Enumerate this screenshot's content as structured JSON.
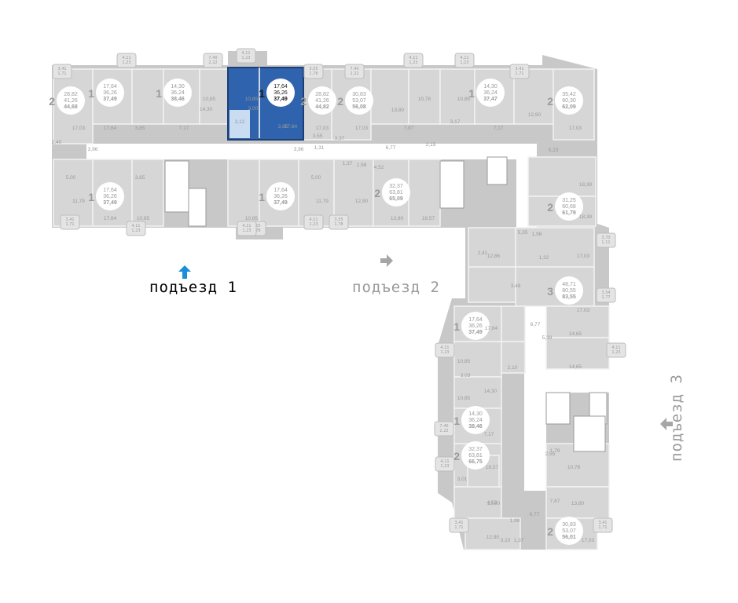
{
  "colors": {
    "wall": "#c8c8c8",
    "room": "#d6d6d6",
    "room_stroke": "#f2f2f2",
    "text": "#9a9a9a",
    "badge": "#ffffff",
    "highlight": "#2f63ad",
    "highlight_stroke": "#1d3f74",
    "arrow_active": "#1a8fd8",
    "arrow_inactive": "#a6a6a6",
    "label_active": "#000000",
    "label_inactive": "#9a9a9a"
  },
  "entrances": [
    {
      "label": "подъезд 1",
      "active": true
    },
    {
      "label": "подъезд 2",
      "active": false
    },
    {
      "label": "подъезд 3",
      "active": false
    }
  ],
  "apartments": [
    {
      "rooms": "2",
      "living": "28,82",
      "total": "41,26",
      "area": "44,68"
    },
    {
      "rooms": "1",
      "living": "17,64",
      "total": "36,26",
      "area": "37,49"
    },
    {
      "rooms": "1",
      "living": "14,30",
      "total": "36,24",
      "area": "38,46"
    },
    {
      "rooms": "1",
      "living": "17,64",
      "total": "36,26",
      "area": "37,49",
      "selected": true
    },
    {
      "rooms": "2",
      "living": "28,82",
      "total": "41,26",
      "area": "44,82"
    },
    {
      "rooms": "2",
      "living": "30,83",
      "total": "53,07",
      "area": "56,08"
    },
    {
      "rooms": "1",
      "living": "14,30",
      "total": "36,24",
      "area": "37,47"
    },
    {
      "rooms": "2",
      "living": "35,42",
      "total": "60,30",
      "area": "62,09"
    },
    {
      "rooms": "1",
      "living": "17,64",
      "total": "36,26",
      "area": "37,49"
    },
    {
      "rooms": "1",
      "living": "17,64",
      "total": "36,26",
      "area": "37,49"
    },
    {
      "rooms": "2",
      "living": "32,37",
      "total": "63,81",
      "area": "65,09"
    },
    {
      "rooms": "2",
      "living": "31,25",
      "total": "60,68",
      "area": "61,79"
    },
    {
      "rooms": "3",
      "living": "48,71",
      "total": "80,55",
      "area": "83,55"
    },
    {
      "rooms": "1",
      "living": "17,64",
      "total": "36,26",
      "area": "37,49"
    },
    {
      "rooms": "1",
      "living": "14,30",
      "total": "36,24",
      "area": "38,46"
    },
    {
      "rooms": "2",
      "living": "32,37",
      "total": "63,81",
      "area": "66,75"
    },
    {
      "rooms": "2",
      "living": "30,83",
      "total": "53,07",
      "area": "56,01"
    }
  ],
  "room_labels": [
    "17,03",
    "17,64",
    "3,85",
    "3,96",
    "5,00",
    "11,79",
    "3,85",
    "17,64",
    "10,85",
    "7,17",
    "10,85",
    "14,30",
    "10,85",
    "3,12",
    "3,85",
    "17,64",
    "10,85",
    "3,96",
    "17,03",
    "5,00",
    "11,79",
    "3,55",
    "17,03",
    "1,37",
    "1,98",
    "12,90",
    "13,80",
    "4,52",
    "6,77",
    "10,78",
    "7,87",
    "13,80",
    "10,85",
    "7,17",
    "12,90",
    "5,23",
    "17,03",
    "18,39",
    "18,39",
    "18,57",
    "5,35",
    "1,98",
    "12,86",
    "17,03",
    "17,03",
    "17,64",
    "6,77",
    "5,39",
    "14,65",
    "14,65",
    "10,85",
    "10,85",
    "14,30",
    "7,17",
    "18,57",
    "10,78",
    "13,80",
    "4,52",
    "6,77",
    "1,98",
    "12,90",
    "13,80",
    "7,87",
    "17,03",
    "3,48",
    "2,40",
    "2,15",
    "3,17",
    "3,00",
    "3,03",
    "2,55",
    "2,10",
    "1,79",
    "3,37",
    "1,31",
    "3,10",
    "1,37",
    "3,01",
    "2,41",
    "1,32"
  ],
  "balcony_labels": [
    "3,41\n1,71",
    "4,11\n1,23",
    "7,40\n2,22",
    "4,11\n1,23",
    "3,55\n1,78",
    "7,40\n2,22",
    "4,11\n1,23",
    "4,11\n1,23",
    "3,41\n1,71",
    "3,41\n1,71",
    "4,11\n1,23",
    "3,55\n1,78",
    "4,11\n1,23",
    "3,55\n1,78",
    "3,70\n1,11",
    "3,54\n1,77",
    "4,11\n1,23",
    "4,11\n1,23",
    "7,40\n2,22",
    "4,11\n1,23",
    "3,41\n1,71",
    "3,41\n1,71",
    "4,11\n1,23"
  ]
}
